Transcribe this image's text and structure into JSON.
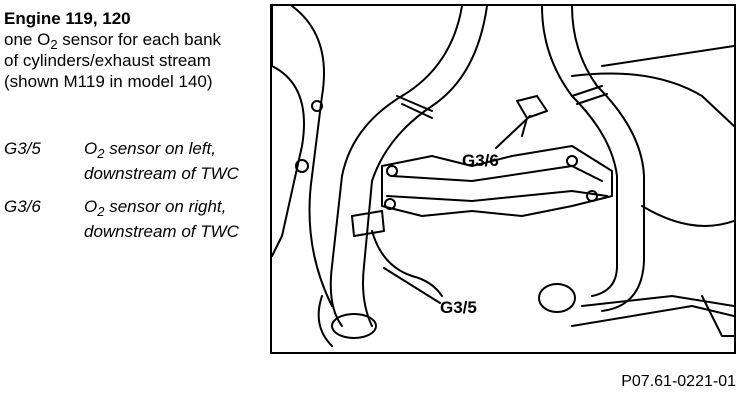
{
  "heading": {
    "title": "Engine 119, 120",
    "line2_prefix": "one O",
    "line2_sub": "2",
    "line2_suffix": " sensor for each bank",
    "line3": "of cylinders/exhaust stream",
    "line4": "(shown M119 in model 140)"
  },
  "legend": [
    {
      "code": "G3/5",
      "prefix": "O",
      "sub": "2",
      "line1_suffix": " sensor on left,",
      "line2": "downstream of TWC"
    },
    {
      "code": "G3/6",
      "prefix": "O",
      "sub": "2",
      "line1_suffix": " sensor on right,",
      "line2": "downstream of TWC"
    }
  ],
  "figure": {
    "callouts": {
      "right_sensor": "G3/6",
      "left_sensor": "G3/5"
    }
  },
  "reference_code": "P07.61-0221-01"
}
